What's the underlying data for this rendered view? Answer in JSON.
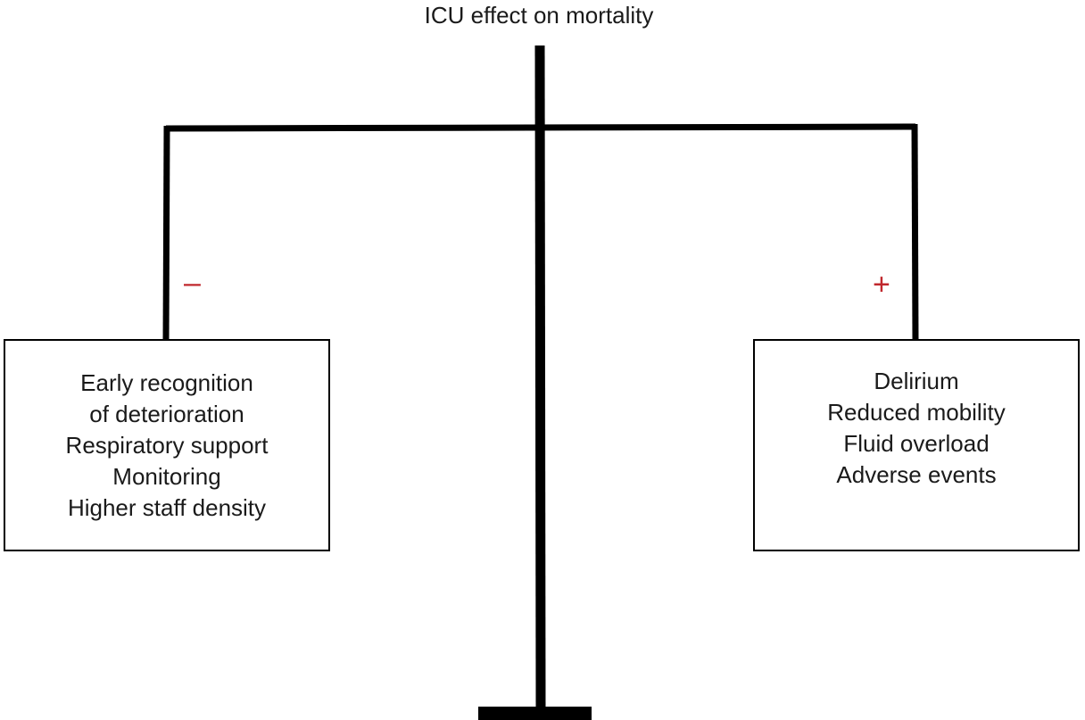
{
  "title": "ICU effect on mortality",
  "left_pan": {
    "sign": "–",
    "lines": [
      "Early recognition",
      "of deterioration",
      "Respiratory support",
      "Monitoring",
      "Higher staff density"
    ]
  },
  "right_pan": {
    "sign": "+",
    "lines": [
      "Delirium",
      "Reduced mobility",
      "Fluid overload",
      "Adverse events"
    ]
  },
  "colors": {
    "line": "#000000",
    "sign": "#c0282d",
    "text": "#1a1a1a",
    "background": "#ffffff"
  }
}
